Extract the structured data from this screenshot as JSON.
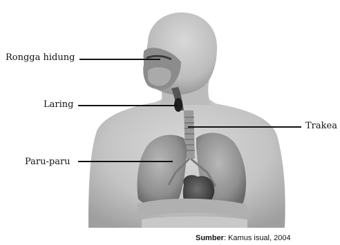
{
  "labels": {
    "nasal_cavity": "Rongga hidung",
    "larynx": "Laring",
    "trachea": "Trakea",
    "lungs": "Paru-paru"
  },
  "source": {
    "prefix": "Sumber",
    "text": ": Kamus  isual, 2004"
  }
}
